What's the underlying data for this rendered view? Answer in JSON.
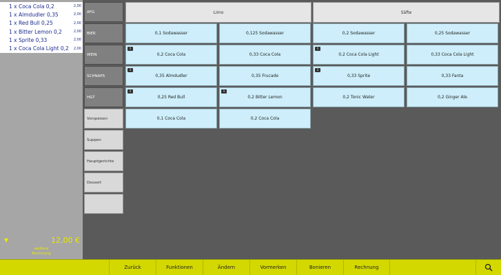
{
  "order": {
    "lines": [
      {
        "text": "1 x Coca Cola 0,2",
        "price": "2,00"
      },
      {
        "text": "1 x Almdudler 0,35",
        "price": "2,00"
      },
      {
        "text": "1 x Red Bull 0,25",
        "price": "2,00"
      },
      {
        "text": "1 x Bitter Lemon 0,2",
        "price": "2,00"
      },
      {
        "text": "1 x Sprite 0,33",
        "price": "2,00"
      },
      {
        "text": "1 x Coca Cola Light 0,2",
        "price": "2,00"
      }
    ],
    "total": "12,00 €",
    "further_label": "weitere",
    "invoice_label": "Rechnung",
    "expand_icon": "double-chevron-down-icon"
  },
  "categories": [
    {
      "label": "AFG",
      "style": "dark"
    },
    {
      "label": "BIER",
      "style": "dark"
    },
    {
      "label": "WEIN",
      "style": "dark"
    },
    {
      "label": "SCHNAPS",
      "style": "dark"
    },
    {
      "label": "HGT",
      "style": "dark"
    },
    {
      "label": "Vorspeisen",
      "style": "light"
    },
    {
      "label": "Suppen",
      "style": "light"
    },
    {
      "label": "Hauptgerichte",
      "style": "light"
    },
    {
      "label": "Dessert",
      "style": "light"
    },
    {
      "label": "",
      "style": "light"
    }
  ],
  "headers": [
    "Limo",
    "Säfte"
  ],
  "products": [
    {
      "label": "0,1 Sodawasser",
      "badge": ""
    },
    {
      "label": "0,125 Sodawasser",
      "badge": ""
    },
    {
      "label": "0,2 Sodawasser",
      "badge": ""
    },
    {
      "label": "0,25 Sodawasser",
      "badge": ""
    },
    {
      "label": "0,2 Coca Cola",
      "badge": "1"
    },
    {
      "label": "0,33 Coca Cola",
      "badge": ""
    },
    {
      "label": "0,2 Coca Cola Light",
      "badge": "1"
    },
    {
      "label": "0,33 Coca Cola Light",
      "badge": ""
    },
    {
      "label": "0,35 Almdudler",
      "badge": "1"
    },
    {
      "label": "0,35 Frucade",
      "badge": ""
    },
    {
      "label": "0,33 Sprite",
      "badge": "1"
    },
    {
      "label": "0,33 Fanta",
      "badge": ""
    },
    {
      "label": "0,25 Red Bull",
      "badge": "1"
    },
    {
      "label": "0,2 Bitter Lemon",
      "badge": "1"
    },
    {
      "label": "0,2 Tonic Water",
      "badge": ""
    },
    {
      "label": "0,2 Ginger Ale",
      "badge": ""
    },
    {
      "label": "0,1 Coca Cola",
      "badge": ""
    },
    {
      "label": "0,2 Coca Cola",
      "badge": ""
    }
  ],
  "bottom_bar": {
    "buttons": [
      "Zurück",
      "Funktionen",
      "Ändern",
      "Vormerken",
      "Bonieren",
      "Rechnung"
    ],
    "search_icon": "search-icon"
  },
  "colors": {
    "accent_yellow": "#d3d800",
    "product_blue": "#cdeefa",
    "category_dark": "#808080",
    "category_light": "#d9d9d9",
    "background": "#5a5a5a"
  }
}
